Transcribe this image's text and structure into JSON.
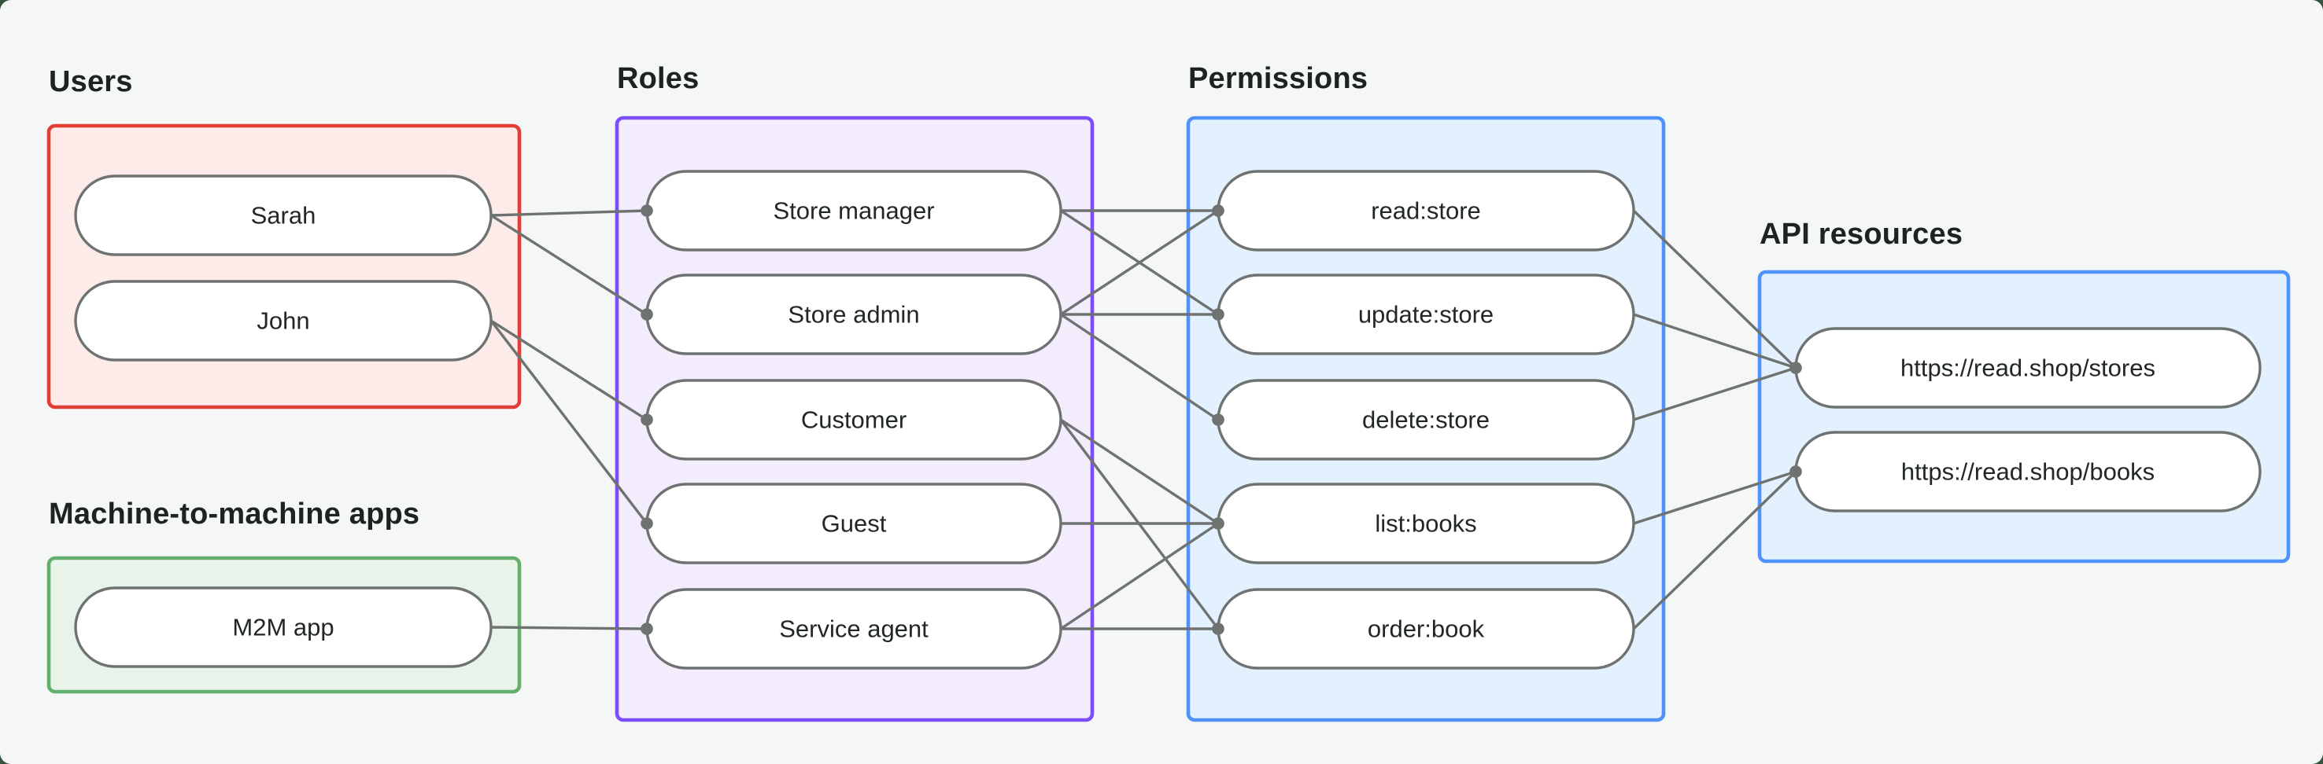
{
  "title": "RBAC diagram",
  "canvas": {
    "outer_background": "#35523F",
    "panel_background": "#F5F7F6",
    "edge_color": "#6E7371",
    "dot_color": "#6E7371",
    "node_fill": "#FFFFFF",
    "node_border": "#6E7371",
    "heading_color": "#1C2320",
    "node_text_color": "#212724"
  },
  "groups": [
    {
      "id": "users",
      "label": "Users",
      "border_color": "#E03E36",
      "fill_color": "#FCEBE9",
      "nodes": [
        "Sarah",
        "John"
      ]
    },
    {
      "id": "m2m",
      "label": "Machine-to-machine apps",
      "border_color": "#62B06C",
      "fill_color": "#E8F4E9",
      "nodes": [
        "M2M app"
      ]
    },
    {
      "id": "roles",
      "label": "Roles",
      "border_color": "#7C4DFB",
      "fill_color": "#F2ECFC",
      "nodes": [
        "Store manager",
        "Store admin",
        "Customer",
        "Guest",
        "Service agent"
      ]
    },
    {
      "id": "permissions",
      "label": "Permissions",
      "border_color": "#4F93FA",
      "fill_color": "#E3F0FD",
      "nodes": [
        "read:store",
        "update:store",
        "delete:store",
        "list:books",
        "order:book"
      ]
    },
    {
      "id": "api",
      "label": "API resources",
      "border_color": "#4F93FA",
      "fill_color": "#E3F0FD",
      "nodes": [
        "https://read.shop/stores",
        "https://read.shop/books"
      ]
    }
  ],
  "edges": [
    [
      "Sarah",
      "Store manager"
    ],
    [
      "Sarah",
      "Store admin"
    ],
    [
      "John",
      "Customer"
    ],
    [
      "John",
      "Guest"
    ],
    [
      "M2M app",
      "Service agent"
    ],
    [
      "Store manager",
      "read:store"
    ],
    [
      "Store manager",
      "update:store"
    ],
    [
      "Store admin",
      "read:store"
    ],
    [
      "Store admin",
      "update:store"
    ],
    [
      "Store admin",
      "delete:store"
    ],
    [
      "Customer",
      "list:books"
    ],
    [
      "Customer",
      "order:book"
    ],
    [
      "Guest",
      "list:books"
    ],
    [
      "Service agent",
      "list:books"
    ],
    [
      "Service agent",
      "order:book"
    ],
    [
      "read:store",
      "https://read.shop/stores"
    ],
    [
      "update:store",
      "https://read.shop/stores"
    ],
    [
      "delete:store",
      "https://read.shop/stores"
    ],
    [
      "list:books",
      "https://read.shop/books"
    ],
    [
      "order:book",
      "https://read.shop/books"
    ]
  ]
}
